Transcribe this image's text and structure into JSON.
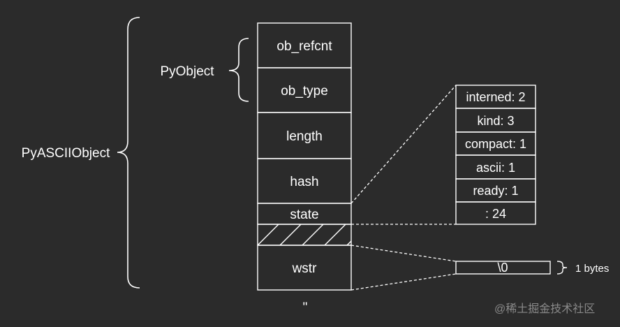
{
  "labels": {
    "outer": "PyASCIIObject",
    "inner": "PyObject"
  },
  "struct_fields": [
    "ob_refcnt",
    "ob_type",
    "length",
    "hash",
    "state",
    "",
    "wstr"
  ],
  "state_bits": [
    "interned: 2",
    "kind: 3",
    "compact: 1",
    "ascii: 1",
    "ready: 1",
    ": 24"
  ],
  "data_cell": {
    "value": "\\0",
    "size_label": "1 bytes"
  },
  "footer_string": "\"",
  "watermark": "@稀土掘金技术社区",
  "colors": {
    "background": "#2b2b2b",
    "stroke": "#ffffff",
    "text": "#ffffff",
    "watermark": "#8a8a8a"
  }
}
